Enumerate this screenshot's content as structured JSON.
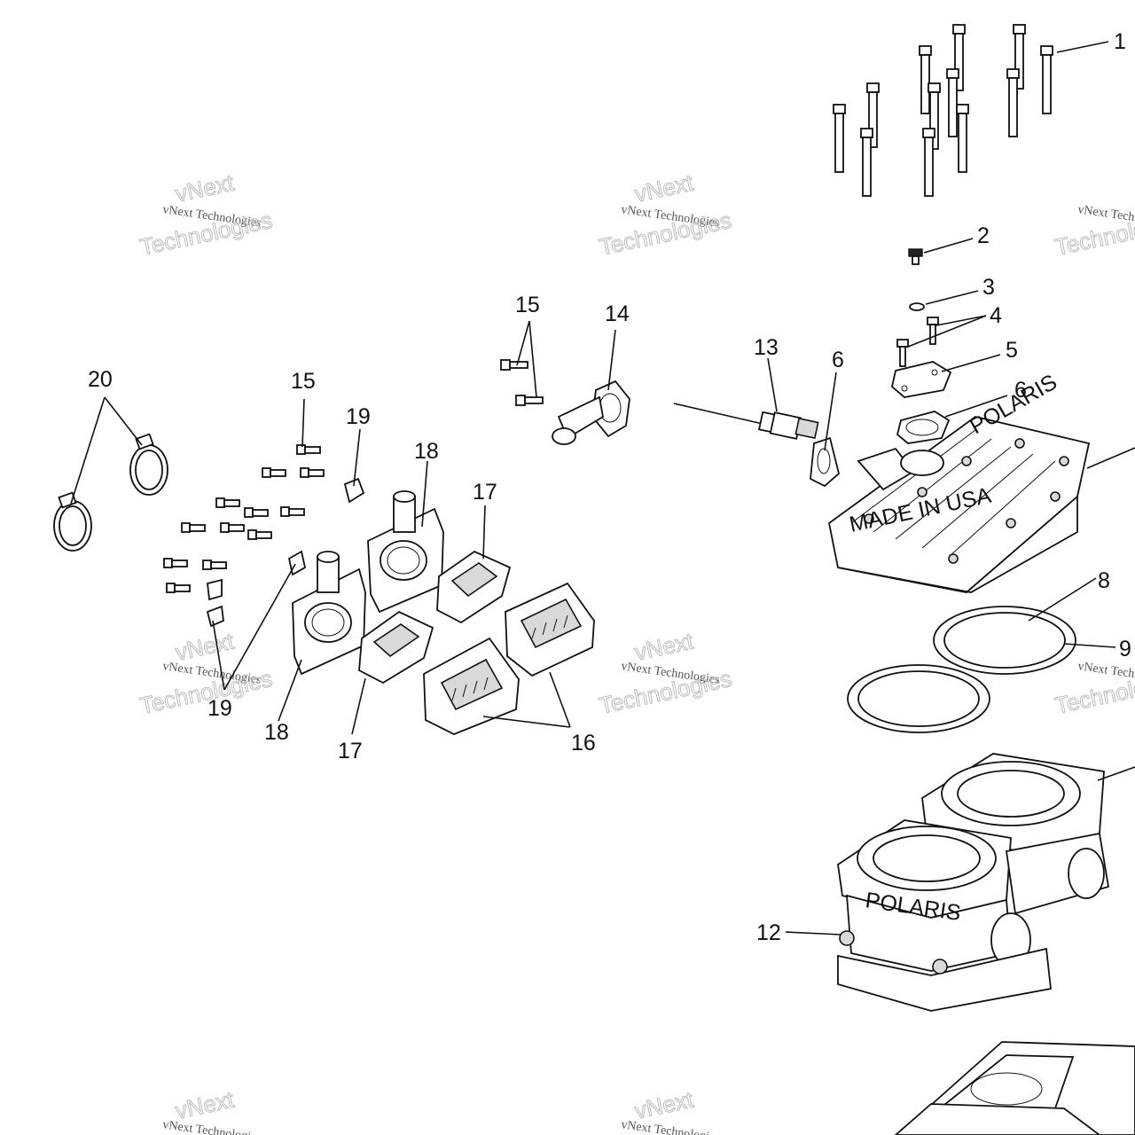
{
  "diagram": {
    "callouts": [
      {
        "id": "c1",
        "label": "1"
      },
      {
        "id": "c2",
        "label": "2"
      },
      {
        "id": "c3",
        "label": "3"
      },
      {
        "id": "c4",
        "label": "4"
      },
      {
        "id": "c5",
        "label": "5"
      },
      {
        "id": "c6a",
        "label": "6"
      },
      {
        "id": "c6b",
        "label": "6"
      },
      {
        "id": "c8",
        "label": "8"
      },
      {
        "id": "c9",
        "label": "9"
      },
      {
        "id": "c12",
        "label": "12"
      },
      {
        "id": "c13",
        "label": "13"
      },
      {
        "id": "c14",
        "label": "14"
      },
      {
        "id": "c15a",
        "label": "15"
      },
      {
        "id": "c15b",
        "label": "15"
      },
      {
        "id": "c16",
        "label": "16"
      },
      {
        "id": "c17a",
        "label": "17"
      },
      {
        "id": "c17b",
        "label": "17"
      },
      {
        "id": "c18a",
        "label": "18"
      },
      {
        "id": "c18b",
        "label": "18"
      },
      {
        "id": "c19a",
        "label": "19"
      },
      {
        "id": "c19b",
        "label": "19"
      },
      {
        "id": "c20",
        "label": "20"
      }
    ],
    "head_markings": {
      "brand": "POLARIS",
      "origin": "MADE IN USA"
    },
    "cylinder_marking": "POLARIS"
  },
  "watermark": {
    "small": "vNext Technologies",
    "big_top": "vNext",
    "big_bottom": "Technologies"
  }
}
